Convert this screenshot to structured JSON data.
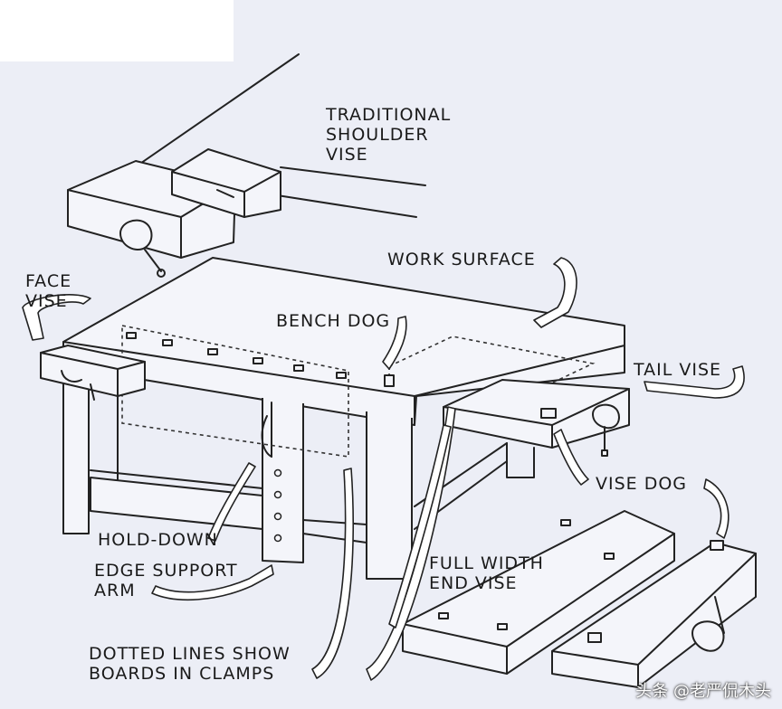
{
  "labels": {
    "shoulder_vise": "TRADITIONAL\nSHOULDER\nVISE",
    "work_surface": "WORK SURFACE",
    "face_vise": "FACE\nVISE",
    "bench_dog": "BENCH DOG",
    "tail_vise": "TAIL VISE",
    "vise_dog": "VISE DOG",
    "hold_down": "HOLD-DOWN",
    "edge_support": "EDGE SUPPORT\nARM",
    "end_vise": "FULL WIDTH\nEND VISE",
    "dotted_lines": "DOTTED LINES SHOW\nBOARDS IN CLAMPS"
  },
  "watermark": "头条 @老严侃木头",
  "colors": {
    "background": "#eceef6",
    "ink": "#222222"
  }
}
